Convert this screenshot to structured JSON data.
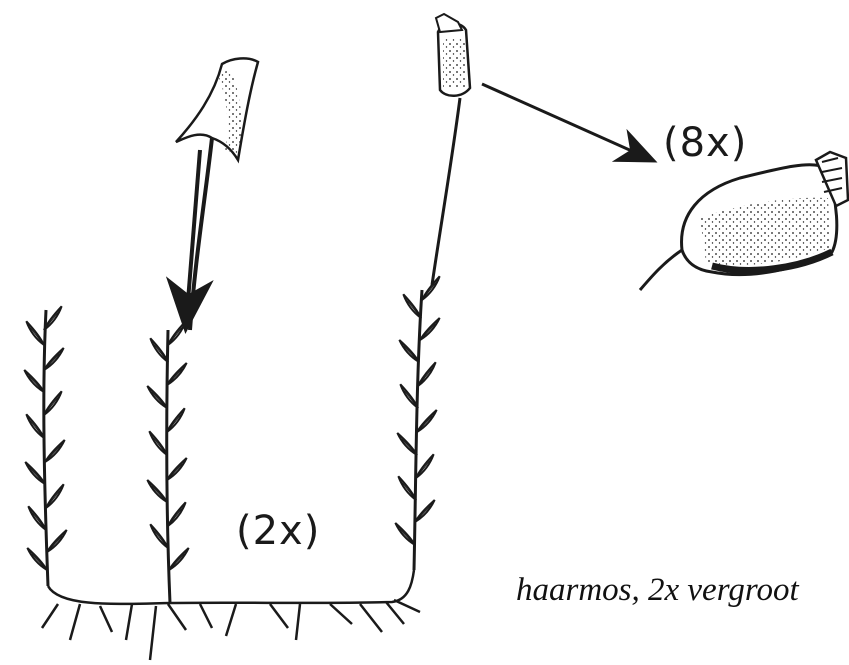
{
  "labels": {
    "capsule_magnification": "(8x)",
    "plant_magnification": "(2x)",
    "caption": "haarmos, 2x vergroot"
  },
  "colors": {
    "ink": "#1a1a1a",
    "background": "#ffffff"
  }
}
